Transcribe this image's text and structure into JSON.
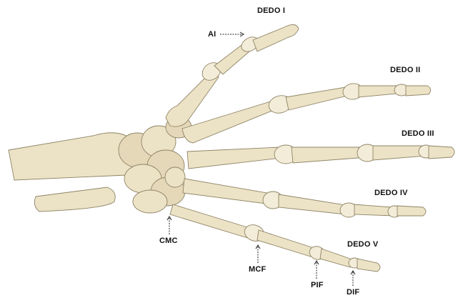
{
  "labels": {
    "dedo_i": "DEDO I",
    "dedo_ii": "DEDO II",
    "dedo_iii": "DEDO III",
    "dedo_iv": "DEDO IV",
    "dedo_v": "DEDO V",
    "ai": "AI",
    "cmc": "CMC",
    "mcf": "MCF",
    "pif": "PIF",
    "dif": "DIF"
  },
  "colors": {
    "bone": "#ece2c6",
    "outline": "#8f8466",
    "text": "#111111"
  }
}
